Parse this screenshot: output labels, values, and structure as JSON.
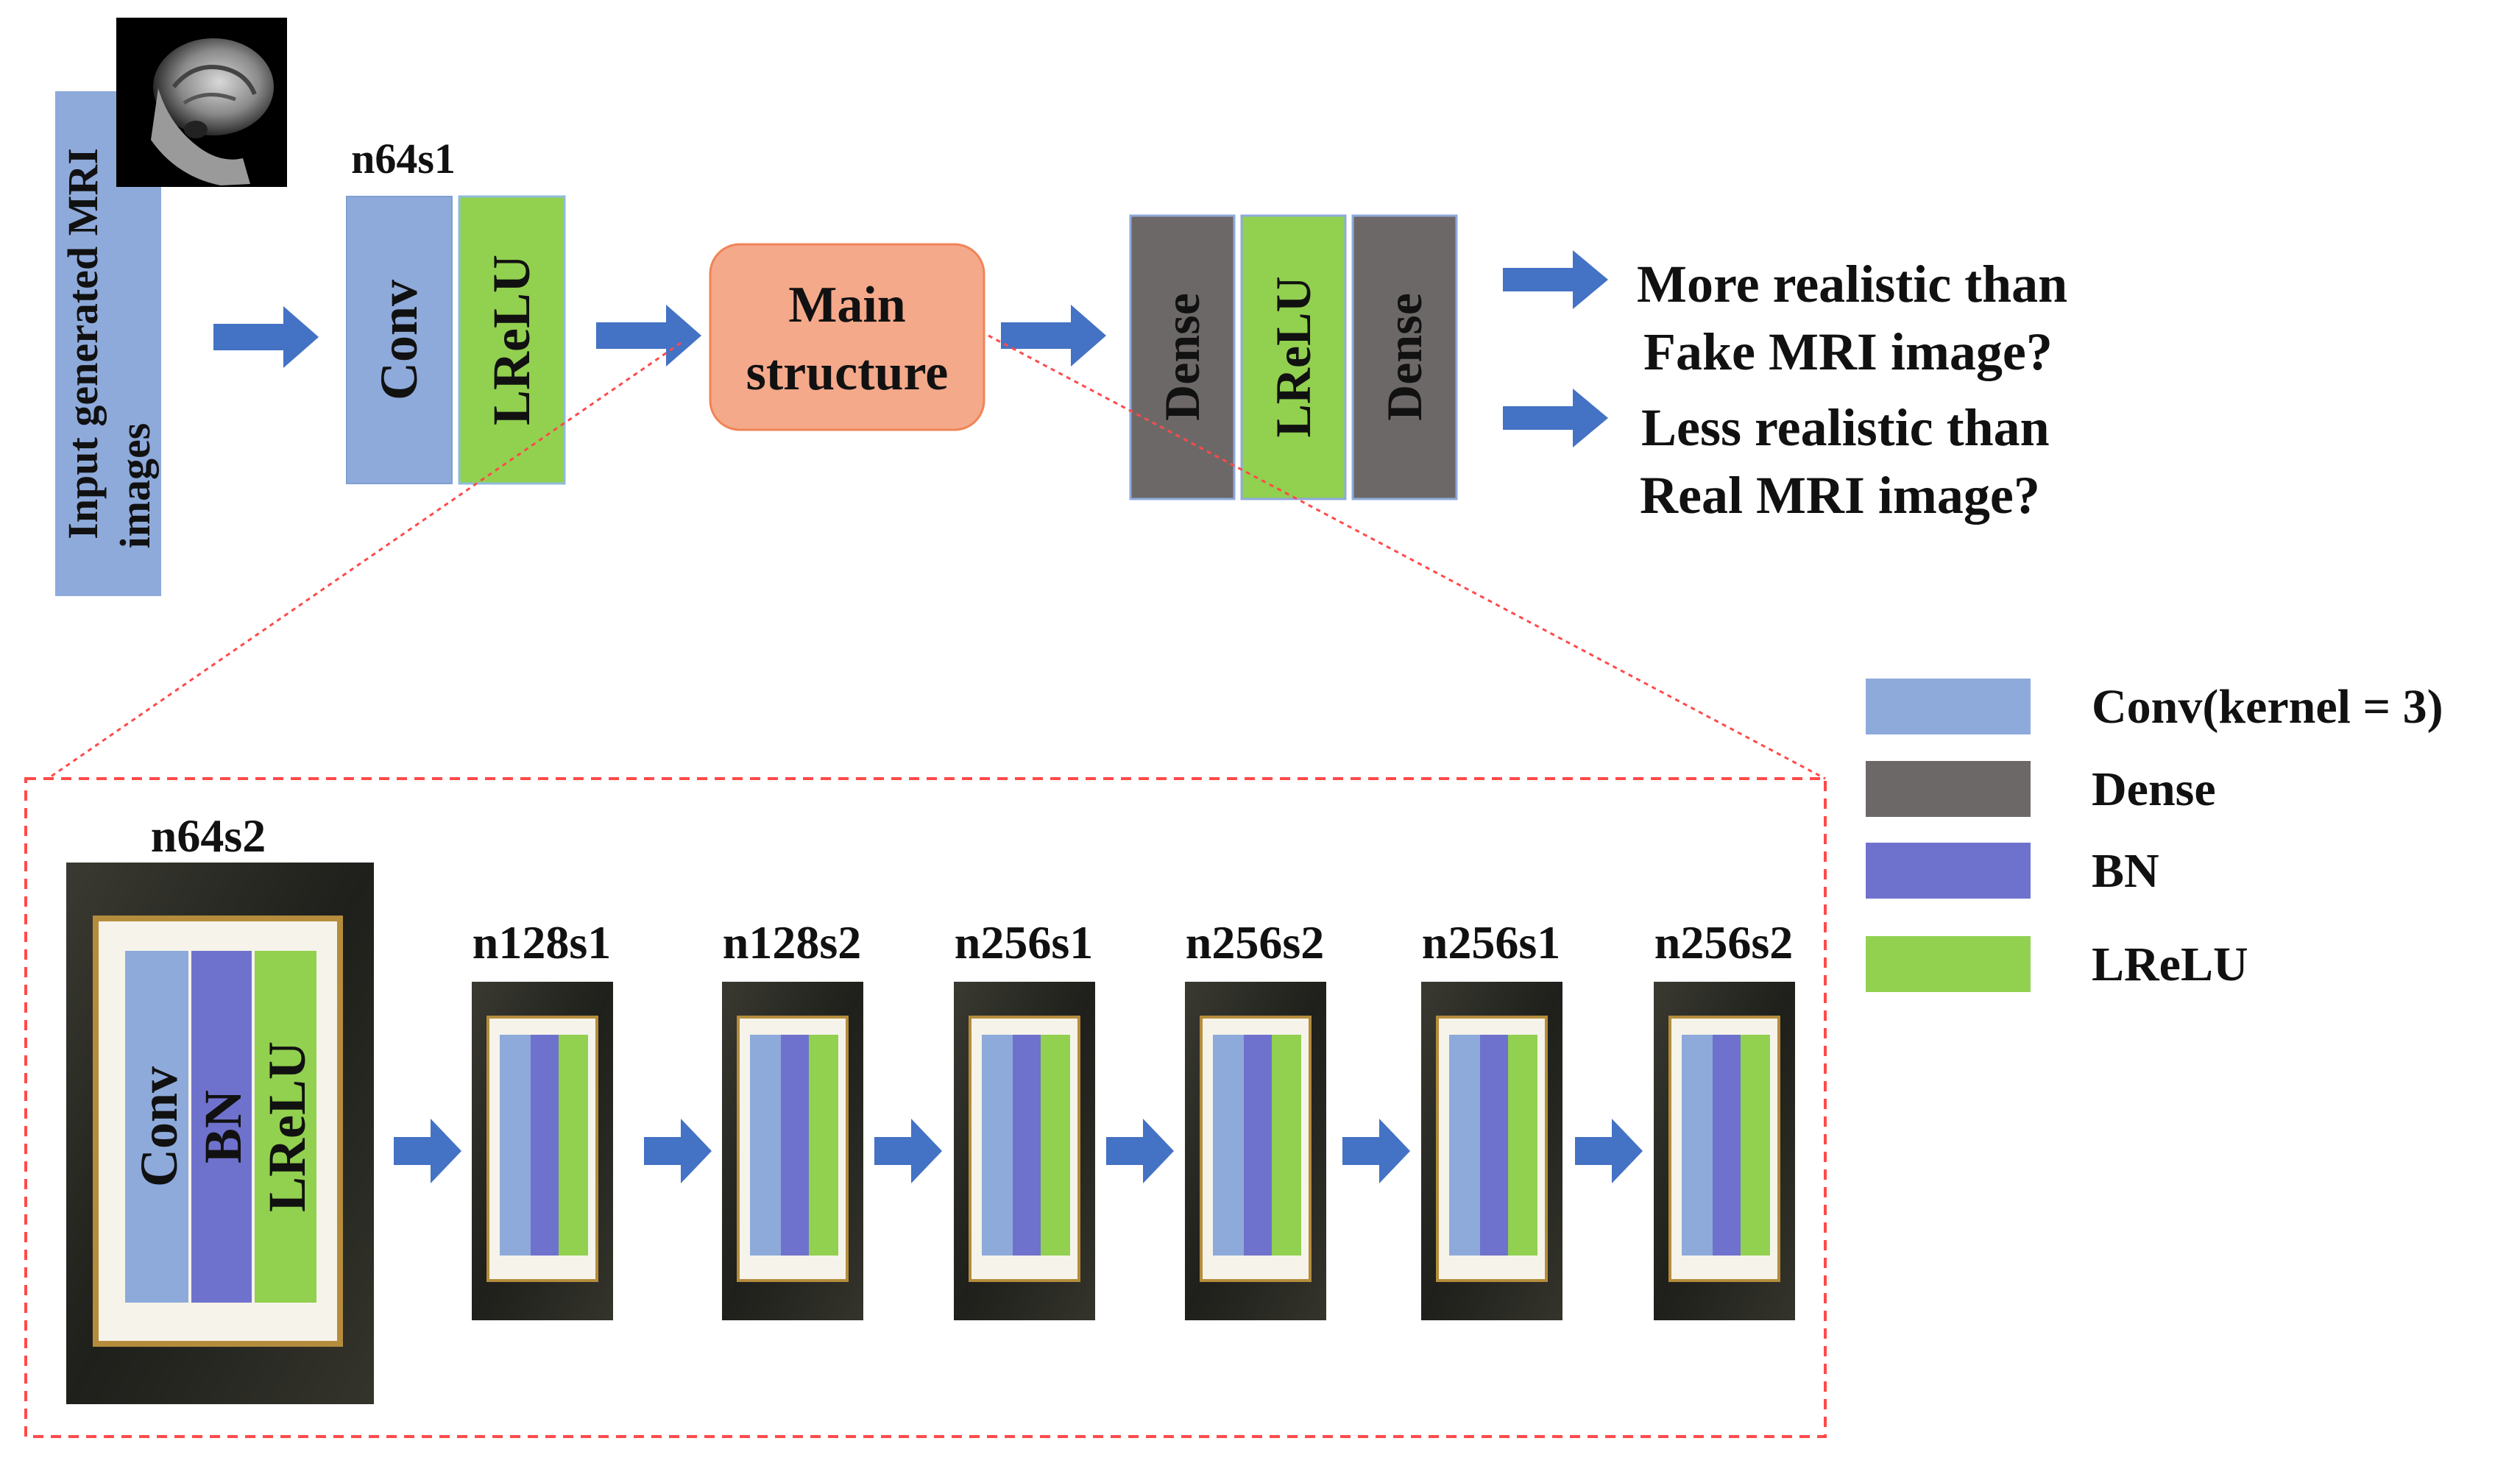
{
  "colors": {
    "conv": "#8eaadb",
    "dense": "#6d6868",
    "bn": "#6f72cc",
    "lrelu": "#92d050",
    "arrow": "#4472c4",
    "main_fill": "#f4a98a",
    "main_stroke": "#f08457",
    "zoom_line": "#ff4a4a",
    "frame_wood": "#2b2b25",
    "frame_gold": "#b48c3c"
  },
  "input": {
    "label_line1": "Input generated MRI",
    "label_line2": "images",
    "thumbnail_icon": "brain-mri-icon"
  },
  "top": {
    "first_block_label": "n64s1",
    "conv": "Conv",
    "lrelu": "LReLU",
    "main_line1": "Main",
    "main_line2": "structure",
    "dense_a": "Dense",
    "dense_lrelu": "LReLU",
    "dense_b": "Dense"
  },
  "outputs": {
    "q1_line1": "More realistic than",
    "q1_line2": "Fake MRI image?",
    "q2_line1": "Less realistic than",
    "q2_line2": "Real MRI image?"
  },
  "detail": {
    "first_block": {
      "label": "n64s2",
      "conv": "Conv",
      "bn": "BN",
      "lrelu": "LReLU"
    },
    "blocks": [
      {
        "label": "n128s1"
      },
      {
        "label": "n128s2"
      },
      {
        "label": "n256s1"
      },
      {
        "label": "n256s2"
      },
      {
        "label": "n256s1"
      },
      {
        "label": "n256s2"
      }
    ]
  },
  "legend": [
    {
      "label": "Conv(kernel = 3)",
      "color": "#8eaadb"
    },
    {
      "label": "Dense",
      "color": "#6d6868"
    },
    {
      "label": "BN",
      "color": "#6f72cc"
    },
    {
      "label": "LReLU",
      "color": "#92d050"
    }
  ]
}
